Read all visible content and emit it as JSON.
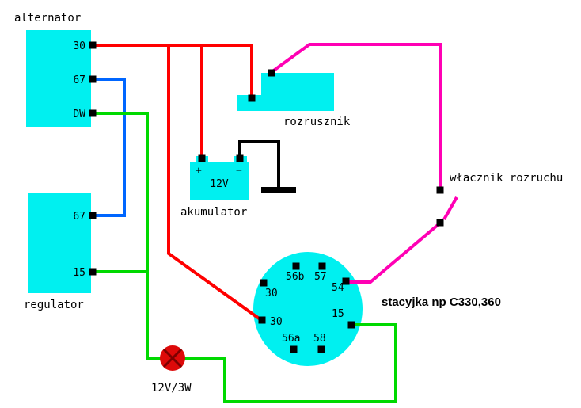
{
  "components": {
    "alternator": {
      "label": "alternator",
      "terminals": [
        "30",
        "67",
        "DW"
      ]
    },
    "regulator": {
      "label": "regulator",
      "terminals": [
        "67",
        "15"
      ]
    },
    "rozrusznik": {
      "label": "rozrusznik"
    },
    "akumulator": {
      "label": "akumulator",
      "voltage": "12V",
      "plus": "+",
      "minus": "−"
    },
    "wlacznik_rozruchu": {
      "label": "włacznik rozruchu"
    },
    "stacyjka": {
      "label": "stacyjka np C330,360",
      "terminals": [
        "56b",
        "57",
        "30",
        "54",
        "30",
        "15",
        "56a",
        "58"
      ]
    },
    "lamp": {
      "label": "12V/3W"
    }
  },
  "colors": {
    "component_fill": "#00f0f0",
    "wire_red": "#ff0000",
    "wire_blue": "#0066ff",
    "wire_green": "#00d900",
    "wire_magenta": "#ff00b4",
    "wire_black": "#000000",
    "terminal": "#000000",
    "lamp_fill": "#dd0909",
    "lamp_cross": "#7d0000",
    "background": "#ffffff"
  }
}
